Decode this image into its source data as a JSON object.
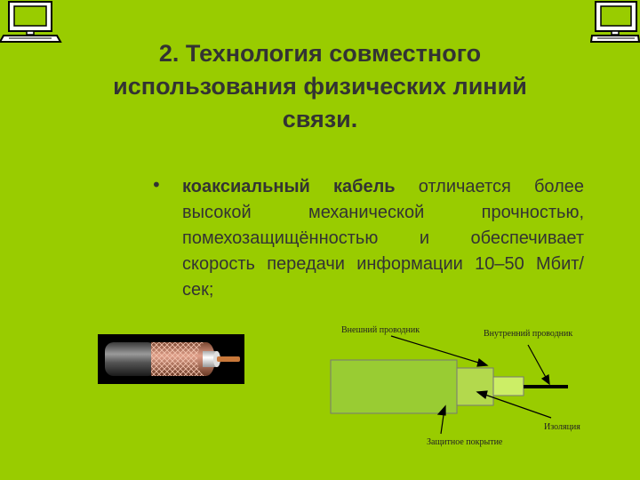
{
  "slide": {
    "background": "#99cc00",
    "title_line1": "2. Технология совместного",
    "title_line2": "использования физических линий",
    "title_line3": "связи."
  },
  "bullet": {
    "marker": "•",
    "term": "коаксиальный кабель",
    "text": " отличается более высокой механической прочностью, помехозащищённостью и обеспечивает скорость передачи информации 10–50 Мбит/сек;"
  },
  "diagram": {
    "outer_conductor": "Внешний проводник",
    "inner_conductor": "Внутренний проводник",
    "insulation": "Изоляция",
    "jacket": "Защитное покрытие",
    "colors": {
      "jacket": "#99cc33",
      "insulation": "#b3d94d",
      "inner": "#ccee66",
      "conductor": "#000000"
    }
  },
  "icons": {
    "left": "computer-icon",
    "right": "computer-icon"
  }
}
